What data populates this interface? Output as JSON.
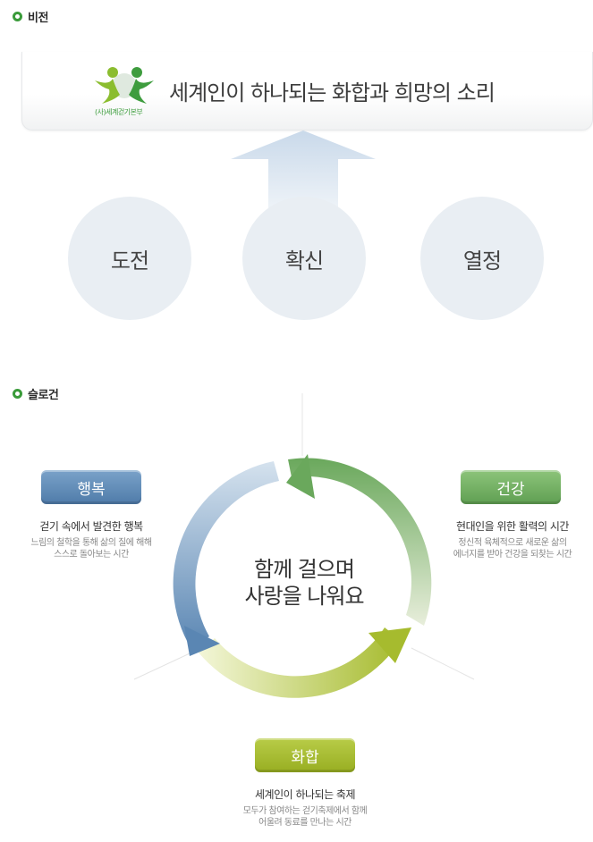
{
  "vision": {
    "heading": "비전",
    "logo_text": "(사)세계걷기본부",
    "slogan": "세계인이 하나되는 화합과 희망의 소리",
    "values": [
      "도전",
      "확신",
      "열정"
    ]
  },
  "slogan_section": {
    "heading": "슬로건",
    "center_line1": "함께 걸으며",
    "center_line2": "사랑을 나워요",
    "items": [
      {
        "label": "행복",
        "title": "걷기 속에서 발견한 행복",
        "desc1": "느림의 철학을 통해 삶의 질에 해해",
        "desc2": "스스로 돌아보는 시간"
      },
      {
        "label": "건강",
        "title": "현대인을 위한 활력의 시간",
        "desc1": "정신적 육체적으로 새로운 삶의",
        "desc2": "에너지를 받아 건강을 되찾는 시간"
      },
      {
        "label": "화합",
        "title": "세계인이 하나되는 축제",
        "desc1": "모두가 참여하는 걷기축제에서 함께",
        "desc2": "어울려 동료를 만나는 시간"
      }
    ]
  },
  "colors": {
    "blue": "#5a86b3",
    "green": "#6aa85c",
    "lime": "#a6bb2e",
    "bullet": "#3a9b3a"
  }
}
